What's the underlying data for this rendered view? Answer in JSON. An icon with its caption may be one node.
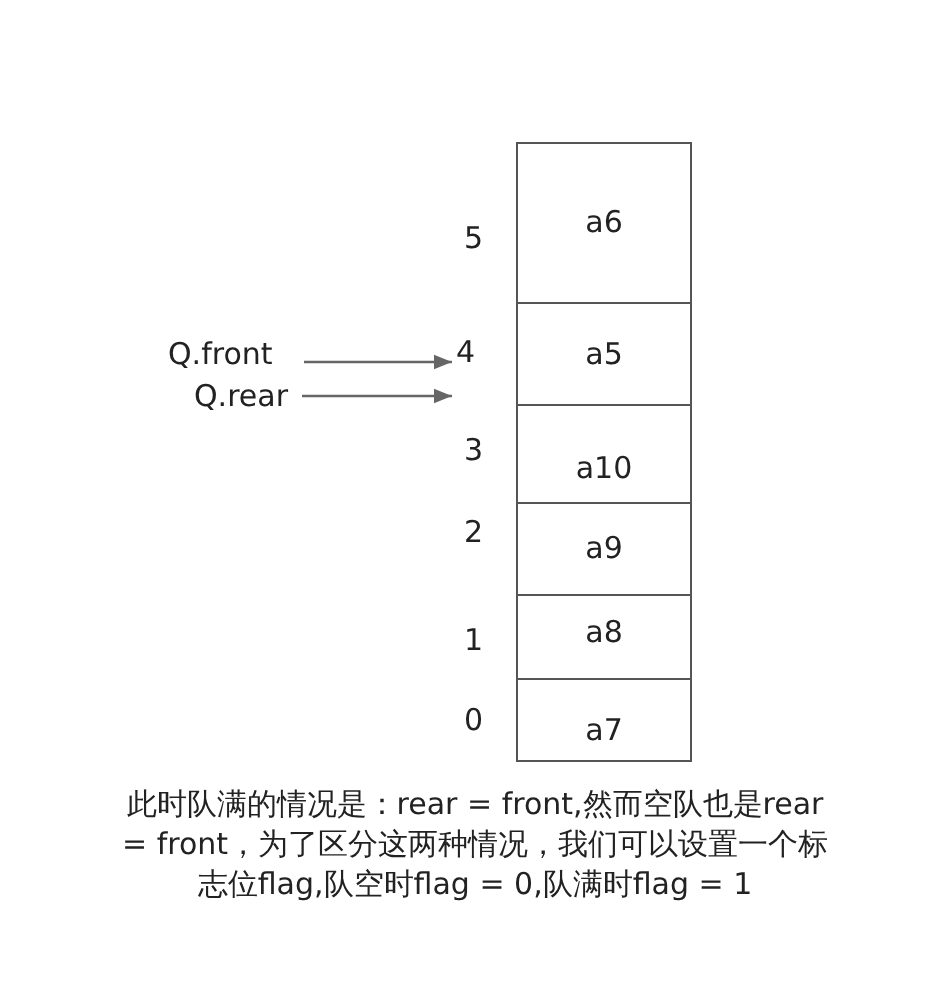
{
  "diagram": {
    "caption": "此时队满的情况是：rear = front,然而空队也是rear = front，为了区分这两种情况，我们可以设置一个标志位flag,队空时flag =  0,队满时flag = 1",
    "nodes": [
      {
        "text": [
          "a6"
        ]
      },
      {
        "text": [
          "a5"
        ]
      },
      {
        "text": [
          "a10"
        ]
      },
      {
        "text": [
          "a9"
        ]
      },
      {
        "text": [
          "a8"
        ]
      },
      {
        "text": [
          "a7"
        ]
      },
      {
        "text": [
          "Q.front"
        ]
      },
      {
        "text": [
          "4"
        ]
      },
      {
        "text": [
          "Q.rear"
        ]
      }
    ],
    "edges": [
      {
        "from": 6,
        "to": 7,
        "arrow": "to"
      },
      {
        "from": 8,
        "to": 7,
        "arrow": "to"
      }
    ],
    "labels": [
      "5",
      "3",
      "2",
      "1",
      "0"
    ]
  }
}
